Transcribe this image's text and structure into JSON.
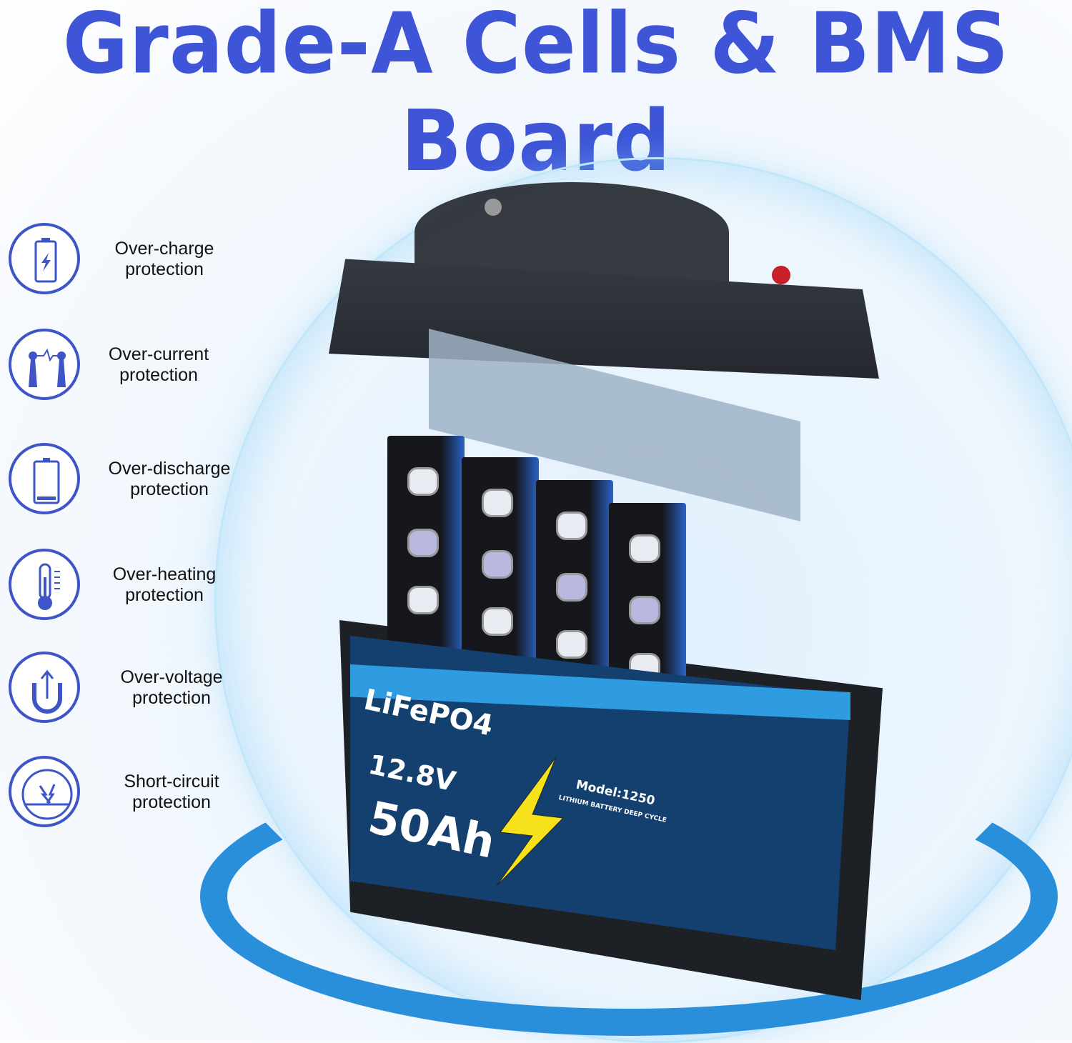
{
  "title": "Grade-A Cells & BMS Board",
  "features": [
    {
      "icon": "battery-charge-icon",
      "label1": "Over-charge",
      "label2": "protection"
    },
    {
      "icon": "broken-circuit-icon",
      "label1": "Over-current",
      "label2": "protection"
    },
    {
      "icon": "battery-low-icon",
      "label1": "Over-discharge",
      "label2": "protection"
    },
    {
      "icon": "thermometer-icon",
      "label1": "Over-heating",
      "label2": "protection"
    },
    {
      "icon": "voltage-arrow-icon",
      "label1": "Over-voltage",
      "label2": "protection"
    },
    {
      "icon": "short-circuit-icon",
      "label1": "Short-circuit",
      "label2": "protection"
    }
  ],
  "battery": {
    "chemistry": "LiFePO4",
    "voltage": "12.8V",
    "capacity": "50Ah",
    "model": "Model:1250",
    "subtitle": "LITHIUM BATTERY DEEP CYCLE"
  },
  "colors": {
    "accent": "#3d55d6",
    "icon": "#3d55c6",
    "ring": "#2a8fdb",
    "bolt": "#f5e21a"
  }
}
